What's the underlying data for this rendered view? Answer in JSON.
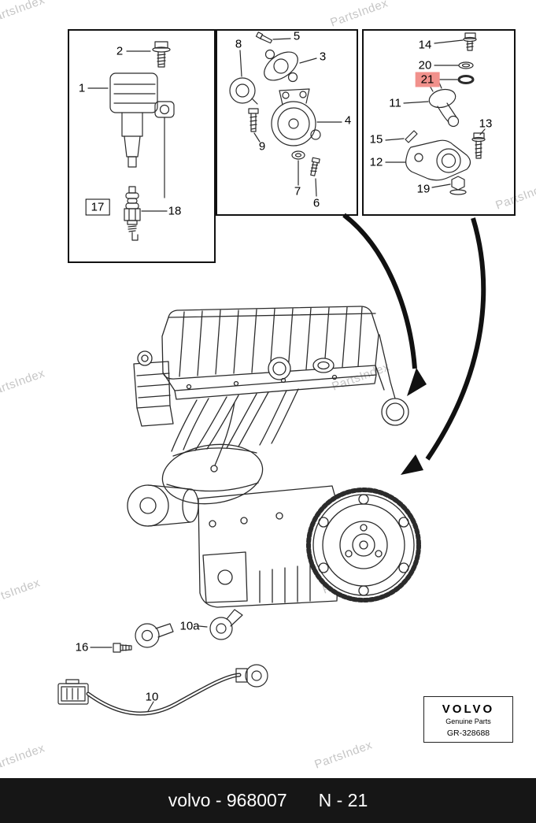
{
  "watermark": {
    "text": "PartsIndex"
  },
  "parts": {
    "p1": "1",
    "p2": "2",
    "p3": "3",
    "p4": "4",
    "p5": "5",
    "p6": "6",
    "p7": "7",
    "p8": "8",
    "p9": "9",
    "p10": "10",
    "p10a": "10a",
    "p11": "11",
    "p12": "12",
    "p13": "13",
    "p14": "14",
    "p15": "15",
    "p16": "16",
    "p17": "17",
    "p18": "18",
    "p19": "19",
    "p20": "20",
    "p21": "21"
  },
  "highlight": {
    "selected_part": "21",
    "color": "#f1918c"
  },
  "logo": {
    "brand": "VOLVO",
    "line1": "Genuine Parts",
    "line2": "GR-328688"
  },
  "footer": {
    "left": "volvo - 968007",
    "right": "N - 21",
    "background": "#161616"
  },
  "colors": {
    "line": "#2b2b2b",
    "watermark": "#c6c6c6"
  }
}
